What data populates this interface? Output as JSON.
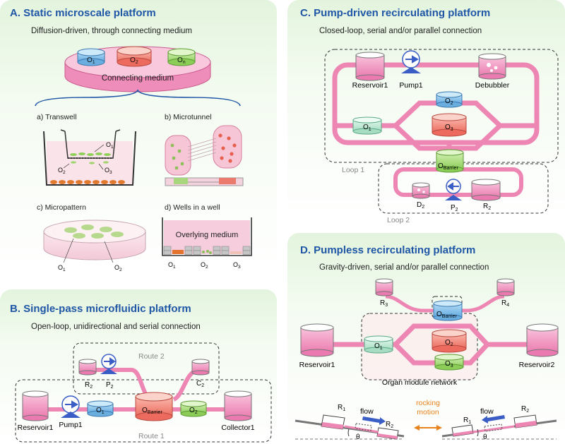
{
  "panelA": {
    "title": "A. Static microscale platform",
    "subtitle": "Diffusion-driven, through connecting medium",
    "connecting_medium": "Connecting medium",
    "organs": [
      "O",
      "O",
      "O"
    ],
    "organ_subs": [
      "1",
      "2",
      "n"
    ],
    "sub_a": "a) Transwell",
    "sub_b": "b) Microtunnel",
    "sub_c": "c) Micropattern",
    "sub_d": "d) Wells in a well",
    "overlying": "Overlying medium"
  },
  "panelB": {
    "title": "B. Single-pass microfluidic platform",
    "subtitle": "Open-loop, unidirectional and serial connection",
    "route1": "Route 1",
    "route2": "Route 2",
    "reservoir": "Reservoir1",
    "pump": "Pump1",
    "collector": "Collector1",
    "barrier_sub": "Barrier"
  },
  "panelC": {
    "title": "C. Pump-driven recirculating platform",
    "subtitle": "Closed-loop, serial and/or parallel connection",
    "reservoir": "Reservoir1",
    "pump": "Pump1",
    "debubbler": "Debubbler",
    "loop1": "Loop 1",
    "loop2": "Loop 2",
    "barrier_sub": "Barrier"
  },
  "panelD": {
    "title": "D. Pumpless recirculating platform",
    "subtitle": "Gravity-driven, serial and/or parallel connection",
    "reservoir1": "Reservoir1",
    "reservoir2": "Reservoir2",
    "network": "Organ module network",
    "flow": "flow",
    "rocking": [
      "rocking",
      "motion"
    ],
    "theta": "θ",
    "barrier_sub": "Barrier"
  },
  "colors": {
    "title_blue": "#1f57a6",
    "channel_pink": "#ee86b4",
    "organ_blue": "#79bde8",
    "organ_red": "#f0796c",
    "organ_green": "#9fd46e",
    "organ_teal": "#b9e6d2",
    "pump_blue": "#3a5ec6",
    "rocking_orange": "#e8821c"
  }
}
